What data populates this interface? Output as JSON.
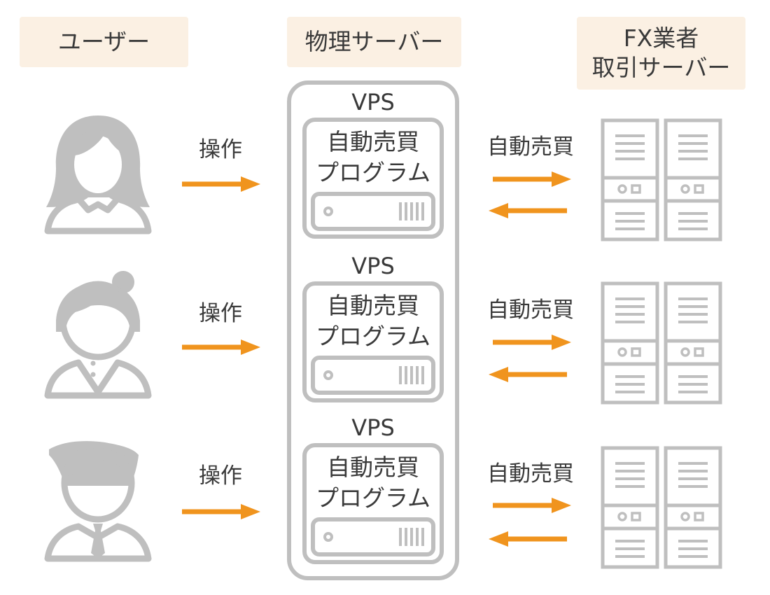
{
  "headers": {
    "user": "ユーザー",
    "physical": "物理サーバー",
    "fx_line1": "FX業者",
    "fx_line2": "取引サーバー"
  },
  "rows": [
    {
      "user_type": "woman-long-hair",
      "operation": "操作",
      "vps": "VPS",
      "prog_line1": "自動売買",
      "prog_line2": "プログラム",
      "trade": "自動売買"
    },
    {
      "user_type": "woman-bun",
      "operation": "操作",
      "vps": "VPS",
      "prog_line1": "自動売買",
      "prog_line2": "プログラム",
      "trade": "自動売買"
    },
    {
      "user_type": "man-tie",
      "operation": "操作",
      "vps": "VPS",
      "prog_line1": "自動売買",
      "prog_line2": "プログラム",
      "trade": "自動売買"
    }
  ],
  "colors": {
    "header_bg": "#fbf0e3",
    "icon_gray": "#bfbfbf",
    "arrow_orange": "#f0941e",
    "text": "#3a3a3a"
  },
  "icons": [
    "user-icon",
    "server-rack-icon",
    "server-unit-icon",
    "arrow-right-icon",
    "arrow-left-icon"
  ]
}
